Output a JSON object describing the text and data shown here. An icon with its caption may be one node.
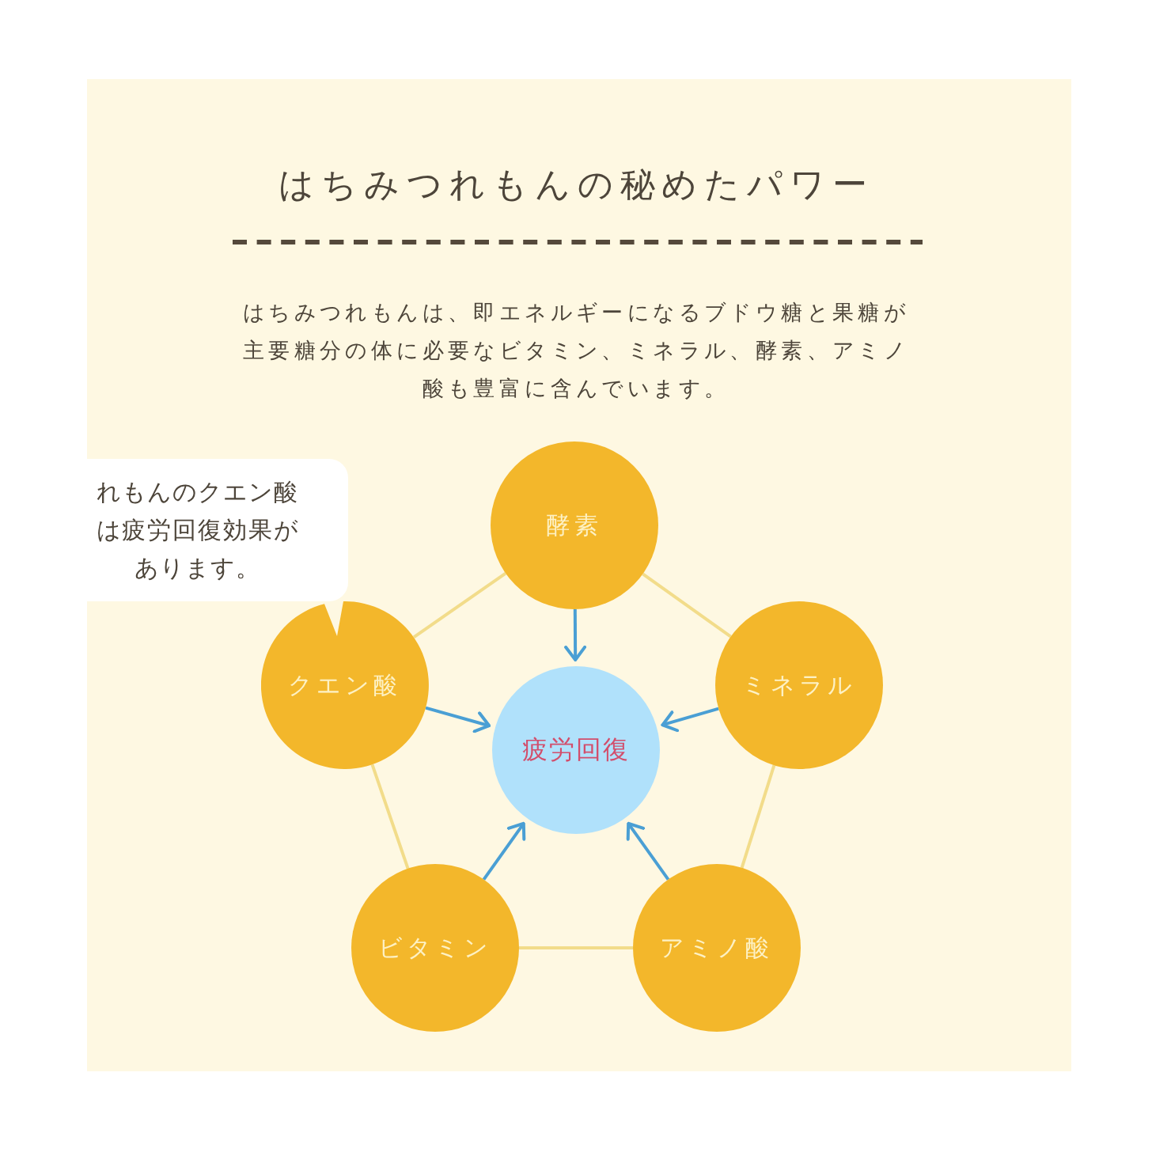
{
  "diagram": {
    "title": "はちみつれもんの秘めたパワー",
    "nodes": [
      {
        "text": [
          "れもんのクエン酸は疲労回復効果があります。"
        ]
      },
      {
        "text": [
          "酵素"
        ]
      },
      {
        "text": [
          "クエン酸"
        ]
      },
      {
        "text": [
          "疲労回復"
        ]
      },
      {
        "text": [
          "ミネラル"
        ]
      },
      {
        "text": [
          "ビタミン"
        ]
      },
      {
        "text": [
          "アミノ酸"
        ]
      }
    ],
    "edges": [
      {
        "from": 1,
        "to": 3,
        "arrow": "to",
        "color": "#4a9fd4"
      },
      {
        "from": 2,
        "to": 3,
        "arrow": "to",
        "color": "#4a9fd4"
      },
      {
        "from": 4,
        "to": 3,
        "arrow": "to",
        "color": "#4a9fd4"
      },
      {
        "from": 5,
        "to": 3,
        "arrow": "to",
        "color": "#4a9fd4"
      },
      {
        "from": 6,
        "to": 3,
        "arrow": "to",
        "color": "#4a9fd4"
      },
      {
        "from": 1,
        "to": 4,
        "arrow": "none",
        "color": "#f2dc8a"
      },
      {
        "from": 4,
        "to": 6,
        "arrow": "none",
        "color": "#f2dc8a"
      },
      {
        "from": 6,
        "to": 5,
        "arrow": "none",
        "color": "#f2dc8a"
      },
      {
        "from": 5,
        "to": 2,
        "arrow": "none",
        "color": "#f2dc8a"
      },
      {
        "from": 2,
        "to": 1,
        "arrow": "none",
        "color": "#f2dc8a"
      }
    ],
    "labels": [
      "はちみつれもんは、即エネルギーになるブドウ糖と果糖が主要糖分の体に必要なビタミン、ミネラル、酵素、アミノ酸も豊富に含んでいます。"
    ]
  }
}
